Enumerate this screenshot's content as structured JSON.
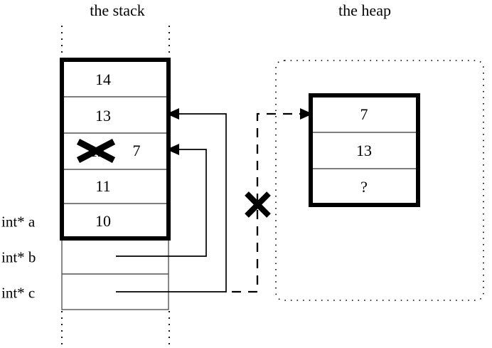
{
  "diagram": {
    "title_stack": "the stack",
    "title_heap": "the heap",
    "colors": {
      "ink": "#000000",
      "background": "#ffffff",
      "thin_rule": "#555555"
    }
  },
  "stack": {
    "header": "the stack",
    "frame_cells": [
      {
        "value": "14"
      },
      {
        "value": "13"
      },
      {
        "value": "7",
        "struck_value": "12",
        "struck": true
      },
      {
        "value": "11"
      },
      {
        "value": "10"
      }
    ],
    "variable_rows": [
      {
        "label": "int* a"
      },
      {
        "label": "int* b"
      },
      {
        "label": "int* c"
      }
    ]
  },
  "heap": {
    "header": "the heap",
    "cells": [
      {
        "value": "7"
      },
      {
        "value": "13"
      },
      {
        "value": "?"
      }
    ]
  },
  "annotations": {
    "struck_stack_value": "12",
    "severed_pointer_mark": "X",
    "pointer_b_target_cell": "7",
    "pointer_c_target_cell": "13",
    "dangling_pointer_target": "heap-cell-7"
  }
}
